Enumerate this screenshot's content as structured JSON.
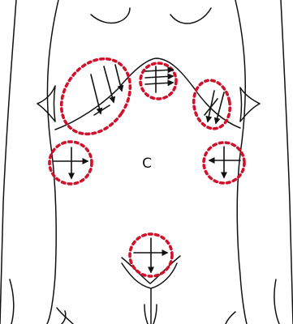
{
  "diagram": {
    "center_label": "C",
    "colors": {
      "outline": "#111111",
      "marker": "#d0112b"
    },
    "sites": [
      {
        "name": "upper-left-region",
        "icon": "arrows-down-right"
      },
      {
        "name": "upper-center-region",
        "icon": "arrows-right"
      },
      {
        "name": "upper-right-region",
        "icon": "arrows-down"
      },
      {
        "name": "mid-left-region",
        "icon": "cross-arrows"
      },
      {
        "name": "mid-right-region",
        "icon": "cross-arrows"
      },
      {
        "name": "lower-center-region",
        "icon": "cross-arrows"
      }
    ]
  }
}
